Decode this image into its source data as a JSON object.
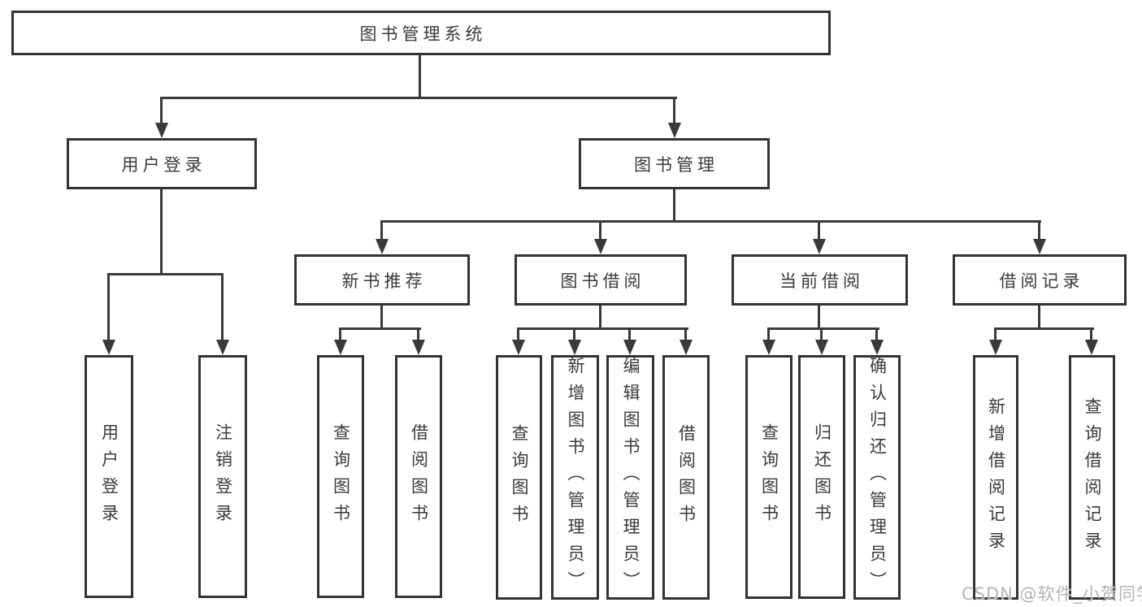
{
  "tree": {
    "root": {
      "label": "图书管理系统"
    },
    "children": [
      {
        "label": "用户登录",
        "children": [
          {
            "label": "用户登录"
          },
          {
            "label": "注销登录"
          }
        ]
      },
      {
        "label": "图书管理",
        "children": [
          {
            "label": "新书推荐",
            "children": [
              {
                "label": "查询图书"
              },
              {
                "label": "借阅图书"
              }
            ]
          },
          {
            "label": "图书借阅",
            "children": [
              {
                "label": "查询图书"
              },
              {
                "label": "新增图书（管理员）"
              },
              {
                "label": "编辑图书（管理员）"
              },
              {
                "label": "借阅图书"
              }
            ]
          },
          {
            "label": "当前借阅",
            "children": [
              {
                "label": "查询图书"
              },
              {
                "label": "归还图书"
              },
              {
                "label": "确认归还（管理员）"
              }
            ]
          },
          {
            "label": "借阅记录",
            "children": [
              {
                "label": "新增借阅记录"
              },
              {
                "label": "查询借阅记录"
              }
            ]
          }
        ]
      }
    ]
  },
  "watermark": "CSDN @软件_小贺同学",
  "colors": {
    "line": "#3a3a3a",
    "border": "#333333",
    "text": "#3a3a3a",
    "watermark": "#b0b0b0",
    "background": "#ffffff"
  }
}
